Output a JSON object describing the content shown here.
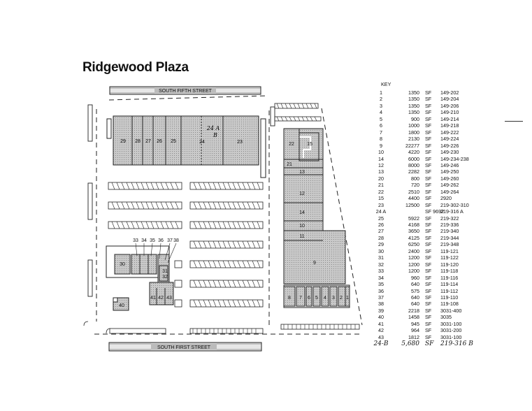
{
  "title": "Ridgewood Plaza",
  "streets": {
    "top": "SOUTH FIFTH STREET",
    "bottom": "SOUTH FIRST STREET"
  },
  "unit_labels": {
    "u29": "29",
    "u28": "28",
    "u27": "27",
    "u26": "26",
    "u25": "25",
    "u24": "24",
    "u24a": "24 A",
    "u24b": "B",
    "u23": "23",
    "u22": "22",
    "u21": "21",
    "u15": "15",
    "u13": "13",
    "u12": "12",
    "u14": "14",
    "u10": "10",
    "u11": "11",
    "u9": "9",
    "u8": "8",
    "u7": "7",
    "u6": "6",
    "u5": "5",
    "u4": "4",
    "u3": "3",
    "u2": "2",
    "u1": "1",
    "u30": "30",
    "u31": "31",
    "u32": "32",
    "u40": "40",
    "u41": "41",
    "u42": "42",
    "u43": "43",
    "u33": "33",
    "u34": "34",
    "u35": "35",
    "u36": "36",
    "u37": "37",
    "u38": "38"
  },
  "key": {
    "heading": "KEY",
    "rows": [
      {
        "no": "1",
        "sf": "1350",
        "unit": "SF",
        "suite": "149-202"
      },
      {
        "no": "2",
        "sf": "1350",
        "unit": "SF",
        "suite": "149-204"
      },
      {
        "no": "3",
        "sf": "1350",
        "unit": "SF",
        "suite": "149-206"
      },
      {
        "no": "4",
        "sf": "1350",
        "unit": "SF",
        "suite": "149-210"
      },
      {
        "no": "5",
        "sf": "900",
        "unit": "SF",
        "suite": "149-214"
      },
      {
        "no": "6",
        "sf": "1000",
        "unit": "SF",
        "suite": "149-218"
      },
      {
        "no": "7",
        "sf": "1800",
        "unit": "SF",
        "suite": "149-222"
      },
      {
        "no": "8",
        "sf": "2130",
        "unit": "SF",
        "suite": "149-224"
      },
      {
        "no": "9",
        "sf": "22277",
        "unit": "SF",
        "suite": "149-226"
      },
      {
        "no": "10",
        "sf": "4220",
        "unit": "SF",
        "suite": "149-230"
      },
      {
        "no": "14",
        "sf": "6000",
        "unit": "SF",
        "suite": "149-234-238"
      },
      {
        "no": "12",
        "sf": "8000",
        "unit": "SF",
        "suite": "149-246"
      },
      {
        "no": "13",
        "sf": "2282",
        "unit": "SF",
        "suite": "149-250"
      },
      {
        "no": "20",
        "sf": "800",
        "unit": "SF",
        "suite": "149-260"
      },
      {
        "no": "21",
        "sf": "720",
        "unit": "SF",
        "suite": "149-262"
      },
      {
        "no": "22",
        "sf": "2510",
        "unit": "SF",
        "suite": "149-264"
      },
      {
        "no": "15",
        "sf": "4400",
        "unit": "SF",
        "suite": "2920"
      },
      {
        "no": "23",
        "sf": "12500",
        "unit": "SF",
        "suite": "219-302-310"
      },
      {
        "no": "24 A",
        "sf": "",
        "unit": "SF 9692",
        "suite": "219-316 A"
      },
      {
        "no": "25",
        "sf": "5922",
        "unit": "SF",
        "suite": "219-322"
      },
      {
        "no": "26",
        "sf": "4168",
        "unit": "SF",
        "suite": "219-336"
      },
      {
        "no": "27",
        "sf": "3650",
        "unit": "SF",
        "suite": "219-340"
      },
      {
        "no": "28",
        "sf": "4125",
        "unit": "SF",
        "suite": "219-344"
      },
      {
        "no": "29",
        "sf": "6250",
        "unit": "SF",
        "suite": "219-348"
      },
      {
        "no": "30",
        "sf": "2400",
        "unit": "SF",
        "suite": "119-121"
      },
      {
        "no": "31",
        "sf": "1200",
        "unit": "SF",
        "suite": "119-122"
      },
      {
        "no": "32",
        "sf": "1200",
        "unit": "SF",
        "suite": "119-120"
      },
      {
        "no": "33",
        "sf": "1200",
        "unit": "SF",
        "suite": "119-118"
      },
      {
        "no": "34",
        "sf": "960",
        "unit": "SF",
        "suite": "119-116"
      },
      {
        "no": "35",
        "sf": "640",
        "unit": "SF",
        "suite": "119-114"
      },
      {
        "no": "36",
        "sf": "575",
        "unit": "SF",
        "suite": "119-112"
      },
      {
        "no": "37",
        "sf": "640",
        "unit": "SF",
        "suite": "119-110"
      },
      {
        "no": "38",
        "sf": "640",
        "unit": "SF",
        "suite": "119-108"
      },
      {
        "no": "39",
        "sf": "2218",
        "unit": "SF",
        "suite": "3031-400"
      },
      {
        "no": "40",
        "sf": "1458",
        "unit": "SF",
        "suite": "3035"
      },
      {
        "no": "41",
        "sf": "945",
        "unit": "SF",
        "suite": "3031-100"
      },
      {
        "no": "42",
        "sf": "964",
        "unit": "SF",
        "suite": "3031-200"
      },
      {
        "no": "43",
        "sf": "1812",
        "unit": "SF",
        "suite": "3031-100"
      }
    ],
    "handwritten": {
      "no": "24-B",
      "sf": "5,680",
      "unit": "SF",
      "suite": "219-316 B"
    }
  }
}
